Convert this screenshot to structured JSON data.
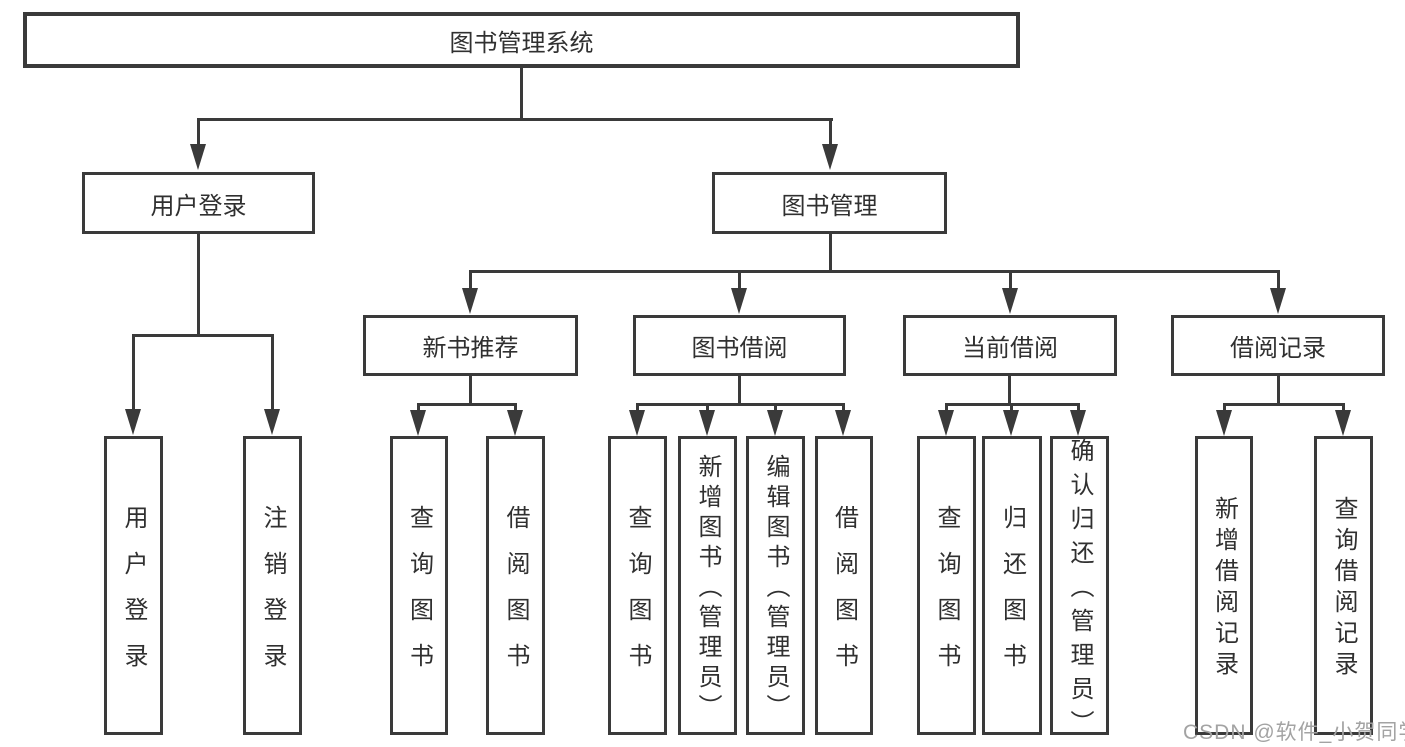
{
  "diagram_title": "图书管理系统",
  "nodes": {
    "root": "图书管理系统",
    "user_login": "用户登录",
    "book_mgmt": "图书管理",
    "login": "用户登录",
    "logout": "注销登录",
    "new_book_rec": "新书推荐",
    "book_borrow": "图书借阅",
    "current_borrow": "当前借阅",
    "borrow_records": "借阅记录",
    "nbr_query_book": "查询图书",
    "nbr_borrow_book": "借阅图书",
    "bb_query_book": "查询图书",
    "bb_add_book": "新增图书（管理员）",
    "bb_edit_book": "编辑图书（管理员）",
    "bb_borrow_book": "借阅图书",
    "cb_query_book": "查询图书",
    "cb_return_book": "归还图书",
    "cb_confirm_return": "确认归还（管理员）",
    "br_add_record": "新增借阅记录",
    "br_query_record": "查询借阅记录"
  },
  "watermark": "CSDN @软件_小贺同学",
  "colors": {
    "line": "#3a3a3a",
    "text": "#303030",
    "background": "#ffffff",
    "watermark": "#a3a3a3"
  }
}
